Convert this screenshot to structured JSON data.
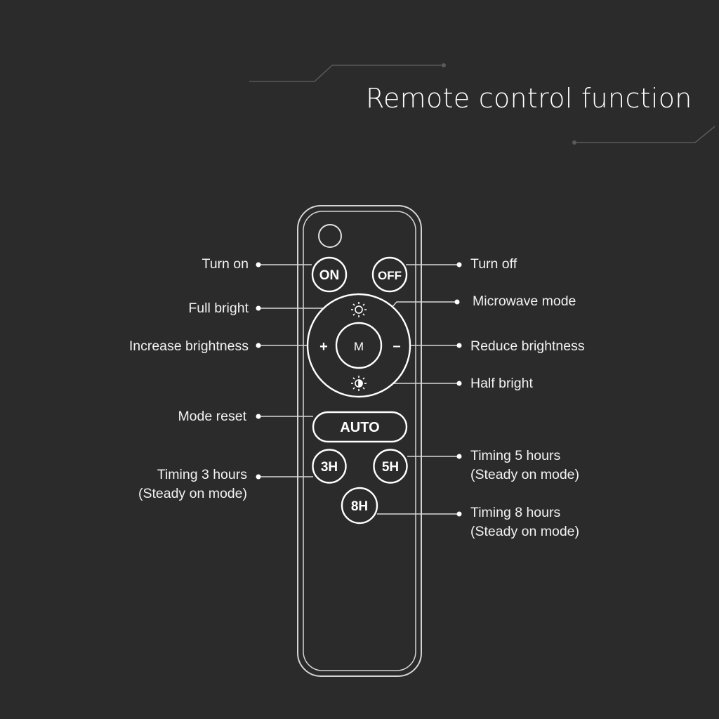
{
  "title": "Remote control function",
  "colors": {
    "background": "#2b2b2b",
    "lines": "#d8d8d8",
    "text": "#ffffff"
  },
  "buttons": {
    "on": "ON",
    "off": "OFF",
    "mode": "M",
    "plus": "+",
    "minus": "–",
    "auto": "AUTO",
    "h3": "3H",
    "h5": "5H",
    "h8": "8H",
    "full_bright_icon": "sun-outline-icon",
    "half_bright_icon": "sun-half-icon"
  },
  "labels": {
    "turn_on": "Turn on",
    "turn_off": "Turn off",
    "full_bright": "Full bright",
    "microwave_mode": "Microwave mode",
    "increase_brightness": "Increase brightness",
    "reduce_brightness": "Reduce brightness",
    "half_bright": "Half bright",
    "mode_reset": "Mode reset",
    "timing_3": {
      "line1": "Timing 3 hours",
      "line2": "(Steady on mode)"
    },
    "timing_5": {
      "line1": "Timing 5 hours",
      "line2": "(Steady on mode)"
    },
    "timing_8": {
      "line1": "Timing 8 hours",
      "line2": "(Steady on mode)"
    }
  }
}
